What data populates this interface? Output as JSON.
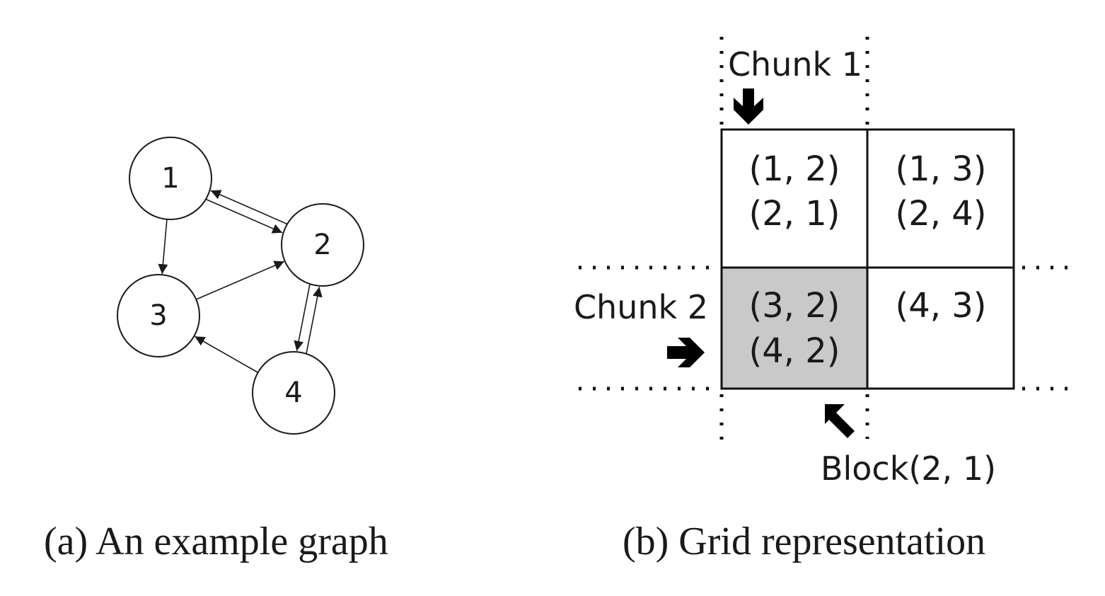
{
  "graph": {
    "nodes": [
      {
        "id": "1",
        "label": "1"
      },
      {
        "id": "2",
        "label": "2"
      },
      {
        "id": "3",
        "label": "3"
      },
      {
        "id": "4",
        "label": "4"
      }
    ],
    "edges": [
      {
        "from": "1",
        "to": "2"
      },
      {
        "from": "2",
        "to": "1"
      },
      {
        "from": "1",
        "to": "3"
      },
      {
        "from": "3",
        "to": "2"
      },
      {
        "from": "4",
        "to": "2"
      },
      {
        "from": "2",
        "to": "4"
      },
      {
        "from": "4",
        "to": "3"
      }
    ]
  },
  "grid": {
    "cells": [
      {
        "row": 1,
        "col": 1,
        "lines": [
          "(1, 2)",
          "(2, 1)"
        ],
        "highlighted": false
      },
      {
        "row": 1,
        "col": 2,
        "lines": [
          "(1, 3)",
          "(2, 4)"
        ],
        "highlighted": false
      },
      {
        "row": 2,
        "col": 1,
        "lines": [
          "(3, 2)",
          "(4, 2)"
        ],
        "highlighted": true
      },
      {
        "row": 2,
        "col": 2,
        "lines": [
          "(4, 3)"
        ],
        "highlighted": false
      }
    ],
    "chunk1_label": "Chunk 1",
    "chunk2_label": "Chunk 2",
    "block_label": "Block(2, 1)",
    "highlight_color": "#c9c9c9"
  },
  "captions": {
    "a": "(a)  An example graph",
    "b": "(b)  Grid representation"
  }
}
